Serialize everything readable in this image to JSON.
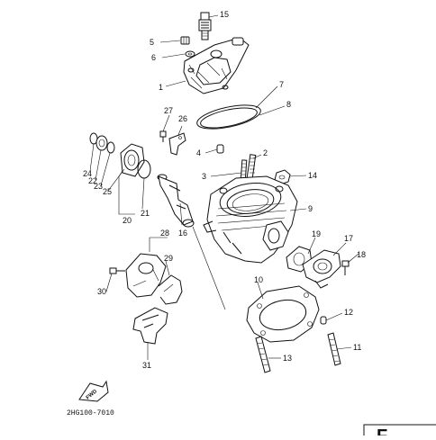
{
  "callouts": [
    "15",
    "5",
    "6",
    "1",
    "7",
    "8",
    "27",
    "26",
    "4",
    "2",
    "24",
    "22",
    "23",
    "25",
    "3",
    "14",
    "9",
    "21",
    "20",
    "16",
    "28",
    "29",
    "19",
    "17",
    "18",
    "30",
    "10",
    "12",
    "11",
    "13",
    "31"
  ],
  "drawing_code": "2HG100-7010",
  "fwd_label": "FWD",
  "corner_letter": "F"
}
